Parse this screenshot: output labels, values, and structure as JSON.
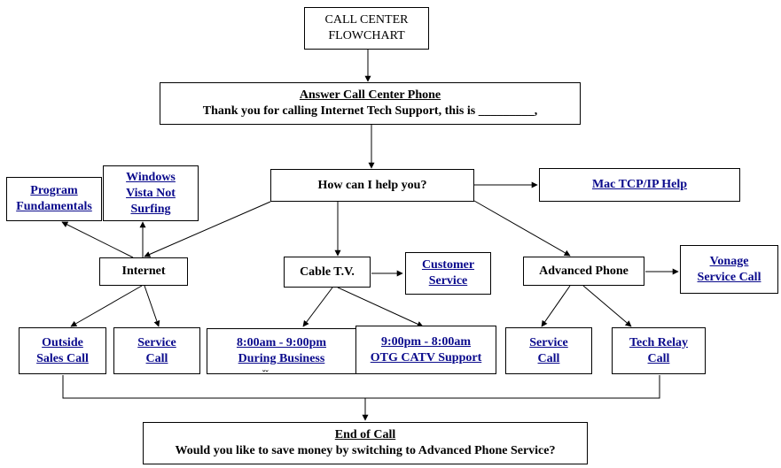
{
  "title": {
    "line1": "CALL CENTER",
    "line2": "FLOWCHART"
  },
  "answer": {
    "heading": "Answer Call Center Phone",
    "script": "Thank you for calling Internet Tech Support, this is _________,"
  },
  "help": {
    "label": "How can I help you?"
  },
  "mac": {
    "label": "Mac TCP/IP Help"
  },
  "program": {
    "label": "Program\nFundamentals"
  },
  "windows": {
    "label": "Windows\nVista Not\nSurfing"
  },
  "internet": {
    "label": "Internet"
  },
  "cable": {
    "label": "Cable T.V."
  },
  "customer": {
    "label": "Customer\nService"
  },
  "advanced": {
    "label": "Advanced Phone"
  },
  "vonage": {
    "label": "Vonage\nService Call"
  },
  "outside": {
    "label": "Outside\nSales Call"
  },
  "service_internet": {
    "label": "Service\nCall"
  },
  "day": {
    "label": "8:00am - 9:00pm\nDuring Business"
  },
  "night": {
    "label": "9:00pm - 8:00am\nOTG CATV Support"
  },
  "service_phone": {
    "label": "Service\nCall"
  },
  "relay": {
    "label": "Tech Relay\nCall"
  },
  "end": {
    "heading": "End of Call",
    "question": "Would you like to save money by switching to Advanced Phone Service?"
  },
  "colors": {
    "link": "#0a0a8c",
    "line": "#000000"
  }
}
